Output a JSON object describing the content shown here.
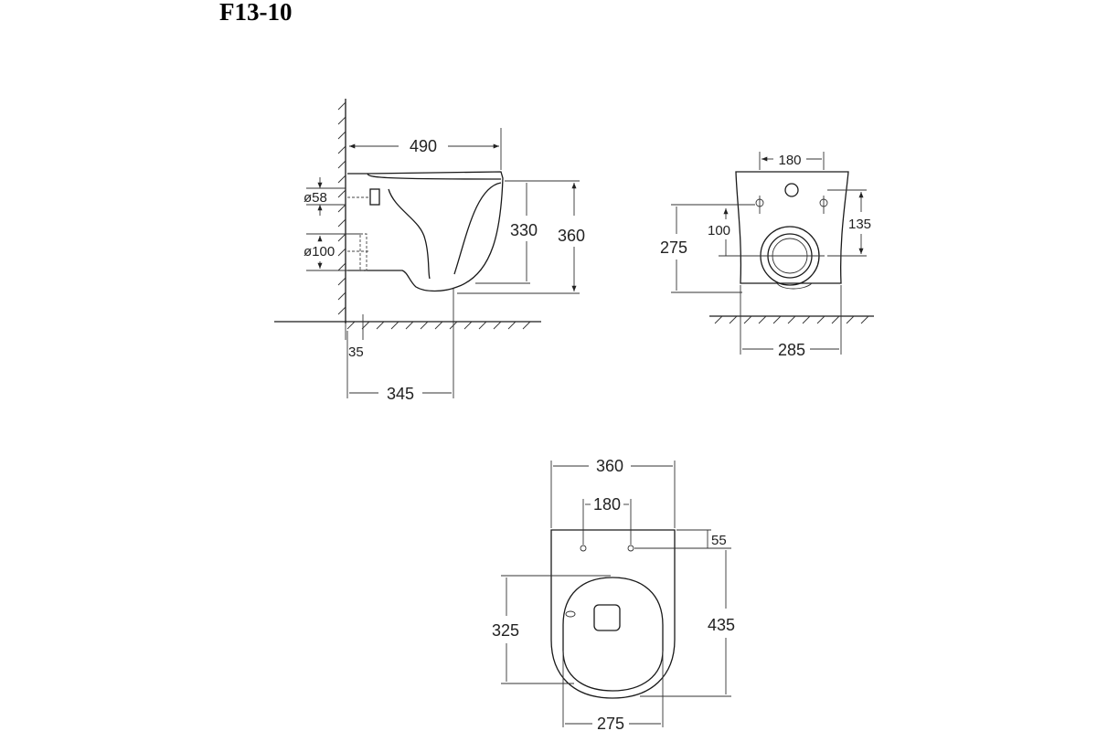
{
  "title": "F13-10",
  "side_view": {
    "total_depth": "490",
    "pipe_58": "ø58",
    "pipe_100": "ø100",
    "bowl_height": "330",
    "total_height": "360",
    "wall_offset": "35",
    "outlet_depth": "345"
  },
  "back_view": {
    "bolt_spacing": "180",
    "outlet_height": "100",
    "bolt_height": "135",
    "total_height": "275",
    "base_width": "285"
  },
  "top_view": {
    "total_width": "360",
    "bolt_spacing": "180",
    "bolt_offset": "55",
    "seat_length": "325",
    "total_length": "435",
    "seat_width": "275"
  },
  "colors": {
    "line": "#1a1a1a",
    "background": "#ffffff"
  }
}
